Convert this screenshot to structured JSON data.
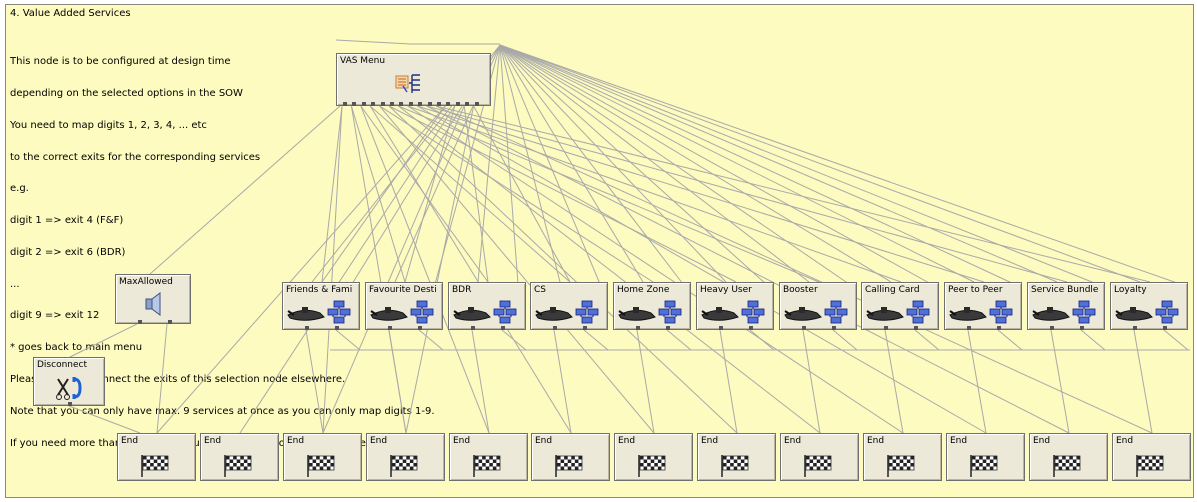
{
  "note": {
    "title": "4. Value Added Services",
    "lines": [
      "This node is to be configured at design time",
      "depending on the selected options in the SOW",
      "You need to map digits 1, 2, 3, 4, ... etc",
      "to the correct exits for the corresponding services",
      "e.g.",
      "digit 1 => exit 4 (F&F)",
      "digit 2 => exit 6 (BDR)",
      "...",
      "digit 9 => exit 12",
      "* goes back to main menu",
      "Please do not reconnect the exits of this selection node elsewhere.",
      "Note that you can only have max. 9 services at once as you can only map digits 1-9.",
      "If you need more than 9 services, you need to add another PACUI node."
    ]
  },
  "menu_node": {
    "label": "VAS Menu",
    "icon": "menu-tree-icon"
  },
  "service_nodes": [
    {
      "label": "Friends & Fami",
      "icon": "submarine-subflow-icon"
    },
    {
      "label": "Favourite Desti",
      "icon": "submarine-subflow-icon"
    },
    {
      "label": "BDR",
      "icon": "submarine-subflow-icon"
    },
    {
      "label": "CS",
      "icon": "submarine-subflow-icon"
    },
    {
      "label": "Home Zone",
      "icon": "submarine-subflow-icon"
    },
    {
      "label": "Heavy User",
      "icon": "submarine-subflow-icon"
    },
    {
      "label": "Booster",
      "icon": "submarine-subflow-icon"
    },
    {
      "label": "Calling Card",
      "icon": "submarine-subflow-icon"
    },
    {
      "label": "Peer to Peer",
      "icon": "submarine-subflow-icon"
    },
    {
      "label": "Service Bundle",
      "icon": "submarine-subflow-icon"
    },
    {
      "label": "Loyalty",
      "icon": "submarine-subflow-icon"
    }
  ],
  "max_allowed_node": {
    "label": "MaxAllowed",
    "icon": "speaker-icon"
  },
  "disconnect_node": {
    "label": "Disconnect",
    "icon": "disconnect-phone-icon"
  },
  "end_nodes": [
    {
      "label": "End",
      "icon": "checkered-flag-icon"
    },
    {
      "label": "End",
      "icon": "checkered-flag-icon"
    },
    {
      "label": "End",
      "icon": "checkered-flag-icon"
    },
    {
      "label": "End",
      "icon": "checkered-flag-icon"
    },
    {
      "label": "End",
      "icon": "checkered-flag-icon"
    },
    {
      "label": "End",
      "icon": "checkered-flag-icon"
    },
    {
      "label": "End",
      "icon": "checkered-flag-icon"
    },
    {
      "label": "End",
      "icon": "checkered-flag-icon"
    },
    {
      "label": "End",
      "icon": "checkered-flag-icon"
    },
    {
      "label": "End",
      "icon": "checkered-flag-icon"
    },
    {
      "label": "End",
      "icon": "checkered-flag-icon"
    },
    {
      "label": "End",
      "icon": "checkered-flag-icon"
    },
    {
      "label": "End",
      "icon": "checkered-flag-icon"
    }
  ],
  "colors": {
    "note_background": "#fdfbbf",
    "node_face": "#ece9d8",
    "wire": "#a9a9a9"
  }
}
